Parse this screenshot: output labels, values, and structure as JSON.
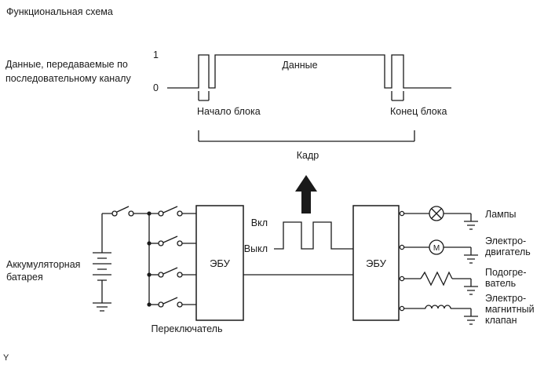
{
  "colors": {
    "ink": "#1a1a1a",
    "background": "#ffffff"
  },
  "title": "Функциональная схема",
  "corner_mark": "Y",
  "timing": {
    "caption": [
      "Данные, передаваемые по",
      "последовательному каналу"
    ],
    "high": "1",
    "low": "0",
    "data": "Данные",
    "block_start": "Начало блока",
    "block_end": "Конец блока",
    "frame": "Кадр"
  },
  "circuit": {
    "battery": [
      "Аккумуляторная",
      "батарея"
    ],
    "switch": "Переключатель",
    "ecu_left": "ЭБУ",
    "ecu_right": "ЭБУ",
    "on": "Вкл",
    "off": "Выкл",
    "motor_letter": "M",
    "loads": [
      {
        "lines": [
          "Лампы"
        ]
      },
      {
        "lines": [
          "Электро-",
          "двигатель"
        ]
      },
      {
        "lines": [
          "Подогре-",
          "ватель"
        ]
      },
      {
        "lines": [
          "Электро-",
          "магнитный",
          "клапан"
        ]
      }
    ]
  }
}
